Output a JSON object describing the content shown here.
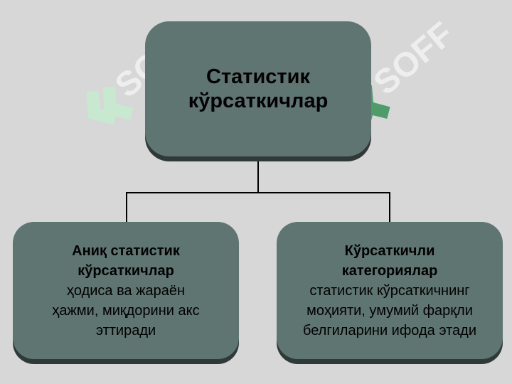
{
  "diagram": {
    "root": {
      "label": "Статистик кўрсаткичлар"
    },
    "children": [
      {
        "heading": "Аниқ статистик кўрсаткичлар",
        "description": "ҳодиса ва жараён ҳажми, миқдорини акс эттиради"
      },
      {
        "heading": "Кўрсаткичли категориялар",
        "description": "статистик кўрсаткичнинг моҳияти, умумий фарқли белгиларини ифода этади"
      }
    ]
  },
  "watermark": {
    "text": "SOFF"
  },
  "colors": {
    "background": "#d7d7d7",
    "box": "#5f7571",
    "box_shadow": "#2f3a38",
    "connector": "#000000",
    "watermark_green": "#c8e8cf",
    "watermark_white": "#eeeeee"
  }
}
